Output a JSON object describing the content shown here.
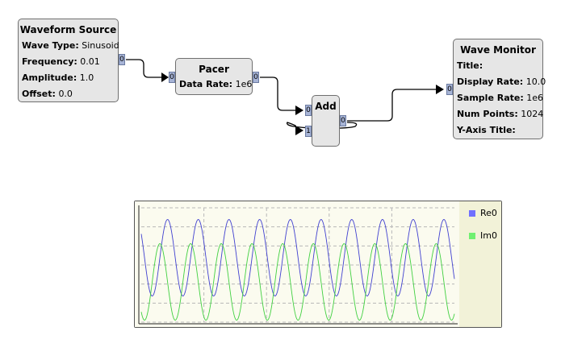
{
  "blocks": {
    "source": {
      "title": "Waveform Source",
      "wave_type_label": "Wave Type:",
      "wave_type": "Sinusoid",
      "frequency_label": "Frequency:",
      "frequency": "0.01",
      "amplitude_label": "Amplitude:",
      "amplitude": "1.0",
      "offset_label": "Offset:",
      "offset": "0.0",
      "out_port": "0"
    },
    "pacer": {
      "title": "Pacer",
      "rate_label": "Data Rate:",
      "rate": "1e6",
      "in_port": "0",
      "out_port": "0"
    },
    "add": {
      "title": "Add",
      "in_port_0": "0",
      "in_port_1": "1",
      "out_port": "0"
    },
    "monitor": {
      "title": "Wave Monitor",
      "title_label": "Title:",
      "title_value": "",
      "display_rate_label": "Display Rate:",
      "display_rate": "10.0",
      "sample_rate_label": "Sample Rate:",
      "sample_rate": "1e6",
      "num_points_label": "Num Points:",
      "num_points": "1024",
      "yaxis_label": "Y-Axis Title:",
      "yaxis_value": "",
      "in_port": "0"
    }
  },
  "scope": {
    "legend": [
      {
        "name": "Re0",
        "color": "#7070ff"
      },
      {
        "name": "Im0",
        "color": "#70f070"
      }
    ]
  },
  "chart_data": {
    "type": "line",
    "cycles": 10.2,
    "series": [
      {
        "name": "Re0",
        "color": "#4040d0",
        "amplitude": 1.0,
        "phase": "cos"
      },
      {
        "name": "Im0",
        "color": "#40d040",
        "amplitude": 1.0,
        "phase": "sin"
      }
    ],
    "grid": true
  }
}
